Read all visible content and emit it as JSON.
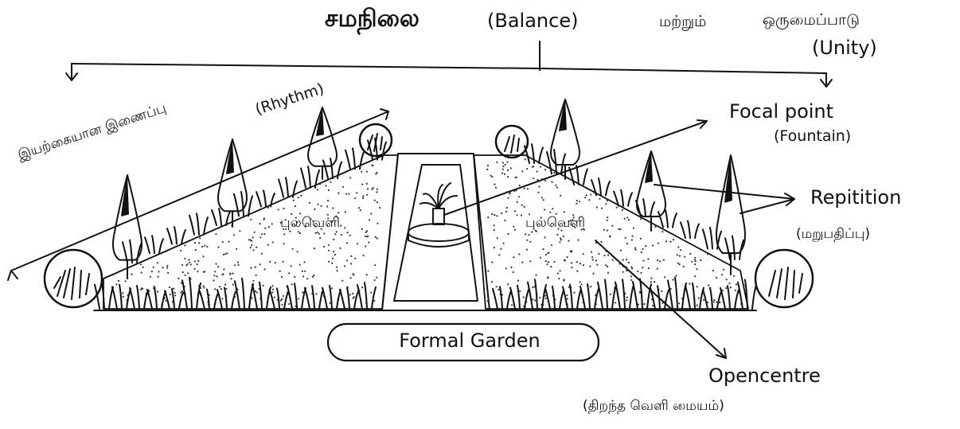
{
  "heading": {
    "balance_tamil": "சமநிலை",
    "balance_english": "(Balance)",
    "and_tamil": "மற்றும்",
    "unity_tamil": "ஒருமைப்பாடு",
    "unity_english": "(Unity)"
  },
  "rhythm": {
    "tamil": "இயற்கையான இணைப்பு",
    "english": "(Rhythm)"
  },
  "lawn_left": "புல்வெளி",
  "lawn_right": "புல்வெளி",
  "focal_point": {
    "label": "Focal point",
    "sub": "(Fountain)"
  },
  "repetition": {
    "label": "Repitition",
    "sub": "(மறுபதிப்பு)"
  },
  "title": "Formal Garden",
  "open_centre": {
    "label": "Opencentre",
    "sub": "(திறந்த வெளி மையம்)"
  }
}
